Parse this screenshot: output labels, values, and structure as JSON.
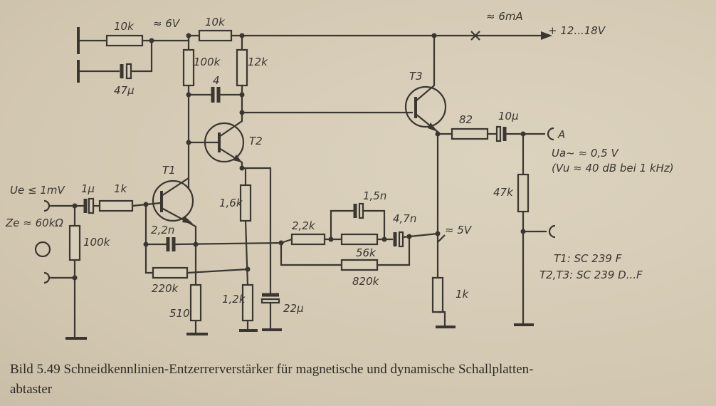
{
  "labels": {
    "r_top1": "10k",
    "v_6": "≈ 6V",
    "r_top2": "10k",
    "i_supply": "≈ 6mA",
    "supply": "+ 12...18V",
    "c_47": "47µ",
    "r_100k_c": "100k",
    "r_12k": "12k",
    "c_4": "4",
    "t2": "T2",
    "t3": "T3",
    "r_82": "82",
    "c_10": "10µ",
    "out_a": "A",
    "ua": "Ua~ ≈ 0,5 V",
    "vu": "(Vu ≈ 40 dB bei 1 kHz)",
    "t1": "T1",
    "ue": "Ue ≤ 1mV",
    "ze": "Ze ≈ 60kΩ",
    "c_1": "1µ",
    "r_1k_in": "1k",
    "r_100k_in": "100k",
    "c_22n": "2,2n",
    "r_220k": "220k",
    "r_510": "510",
    "r_16k": "1,6k",
    "r_12k_e": "1,2k",
    "c_22u": "22µ",
    "r_22k": "2,2k",
    "c_15n": "1,5n",
    "r_56k": "56k",
    "c_47n": "4,7n",
    "r_820k": "820k",
    "v_5": "≈ 5V",
    "r_1k_e": "1k",
    "r_47k": "47k",
    "t1_type": "T1: SC 239 F",
    "t23_type": "T2,T3: SC 239 D...F"
  },
  "caption": {
    "line1": "Bild 5.49   Schneidkennlinien-Entzerrerverstärker für magnetische und dynamische Schallplatten-",
    "line2": "abtaster"
  }
}
